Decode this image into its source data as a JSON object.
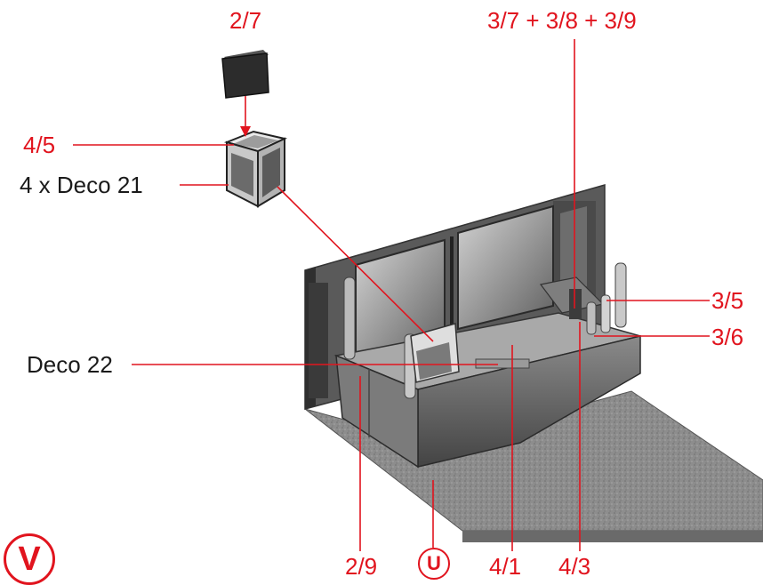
{
  "colors": {
    "callout": "#e1141e",
    "text": "#1a1a1a",
    "wall": "#5e5e5e",
    "floor": "#8a8a8a",
    "counter": "#6f6f6f"
  },
  "labels": {
    "part_2_7": "2/7",
    "part_4_5": "4/5",
    "deco_21": "4 x Deco 21",
    "parts_3_7_8_9": "3/7 + 3/8 + 3/9",
    "part_3_5": "3/5",
    "part_3_6": "3/6",
    "deco_22": "Deco 22",
    "part_2_9": "2/9",
    "part_4_1": "4/1",
    "part_4_3": "4/3"
  },
  "step_badge": "V",
  "sub_badge": "U"
}
